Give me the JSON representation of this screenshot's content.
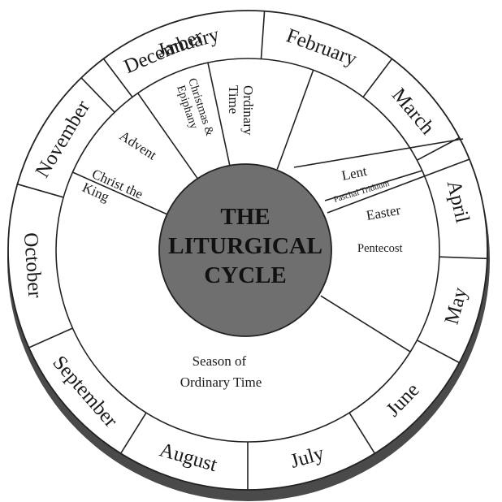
{
  "center_title": [
    "THE",
    "LITURGICAL",
    "CYCLE"
  ],
  "months": [
    "January",
    "February",
    "March",
    "April",
    "May",
    "June",
    "July",
    "August",
    "September",
    "October",
    "November",
    "December"
  ],
  "seasons": {
    "christmas_epiphany": [
      "Christmas &",
      "Epiphany"
    ],
    "ordinary_time_1": [
      "Ordinary",
      "Time"
    ],
    "lent": "Lent",
    "paschal_triduum": "Paschal Triduum",
    "easter": "Easter",
    "pentecost": "Pentecost",
    "ordinary_time_2": [
      "Season of",
      "Ordinary Time"
    ],
    "christ_the_king": [
      "Christ the",
      "King"
    ],
    "advent": "Advent"
  },
  "colors": {
    "center_fill": "#6f6f6f",
    "ring_fill": "#ffffff",
    "shadow": "#4a4a4a",
    "line": "#222222"
  }
}
